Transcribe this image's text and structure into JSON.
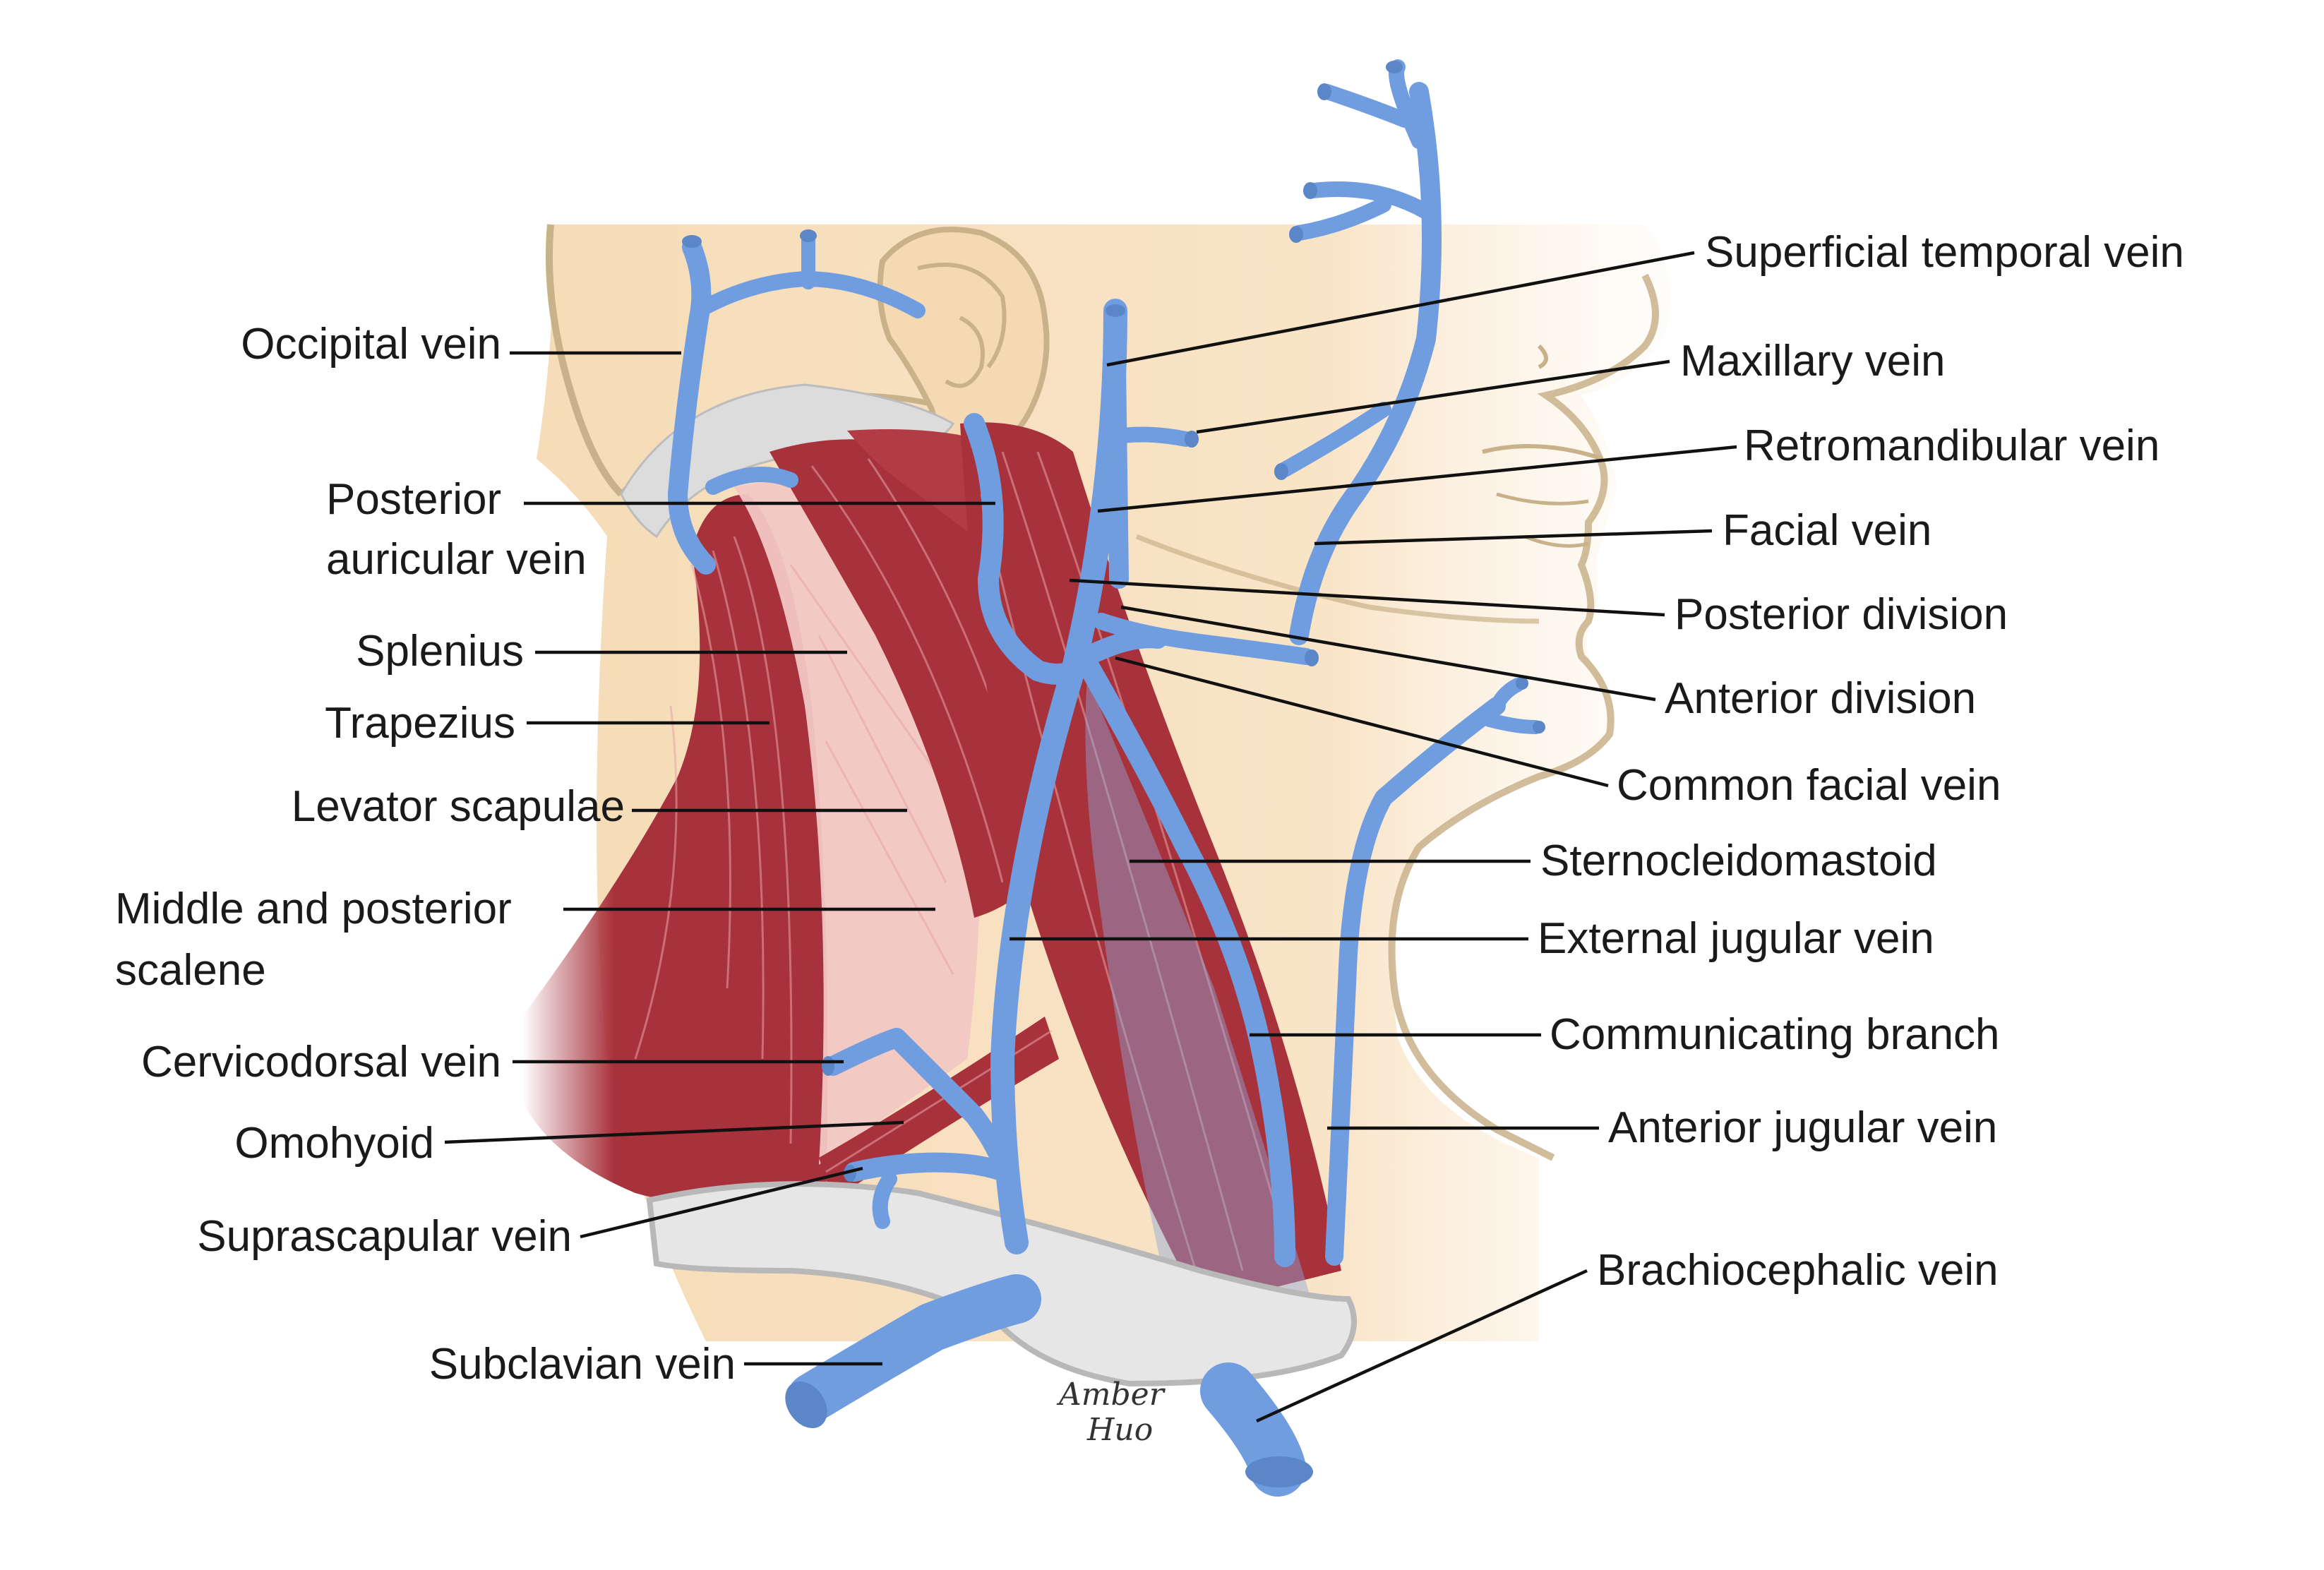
{
  "labels": {
    "left": {
      "occipital_vein": "Occipital vein",
      "posterior_auricular_vein_1": "Posterior",
      "posterior_auricular_vein_2": "auricular vein",
      "splenius": "Splenius",
      "trapezius": "Trapezius",
      "levator_scapulae": "Levator scapulae",
      "middle_posterior_scalene_1": "Middle and posterior",
      "middle_posterior_scalene_2": "scalene",
      "cervicodorsal_vein": "Cervicodorsal vein",
      "omohyoid": "Omohyoid",
      "suprascapular_vein": "Suprascapular vein",
      "subclavian_vein": "Subclavian vein"
    },
    "right": {
      "superficial_temporal_vein": "Superficial temporal vein",
      "maxillary_vein": "Maxillary vein",
      "retromandibular_vein": "Retromandibular vein",
      "facial_vein": "Facial vein",
      "posterior_division": "Posterior division",
      "anterior_division": "Anterior division",
      "common_facial_vein": "Common facial vein",
      "sternocleidomastoid": "Sternocleidomastoid",
      "external_jugular_vein": "External jugular vein",
      "communicating_branch": "Communicating branch",
      "anterior_jugular_vein": "Anterior jugular vein",
      "brachiocephalic_vein": "Brachiocephalic vein"
    }
  },
  "signature": {
    "line1": "Amber",
    "line2": "Huo"
  },
  "colors": {
    "skin": "#f9e3c4",
    "skin_outline": "#c9b28a",
    "vein": "#6f9de0",
    "muscle": "#a8323c",
    "clavicle": "#e6e6e6",
    "scalene": "#f2c7c4"
  }
}
